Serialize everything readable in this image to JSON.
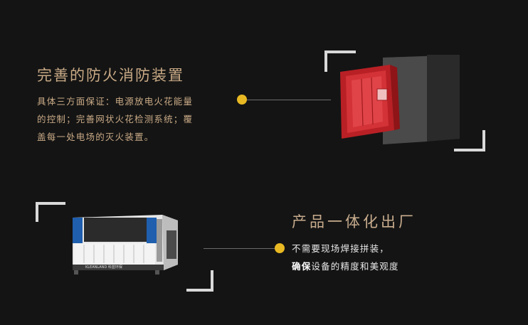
{
  "section1": {
    "title": "完善的防火消防装置",
    "desc_line1": "具体三方面保证：电源放电火花能量",
    "desc_line2": "的控制；完善网状火花检测系统；覆",
    "desc_line3": "盖每一处电场的灭火装置。"
  },
  "section2": {
    "title": "产品一体化出厂",
    "desc_line1": "不需要现场焊接拼装，",
    "desc_emph": "确保",
    "desc_line2_rest": "设备的精度和美观度"
  },
  "machine": {
    "brand_text": "KLEANLAND 科蓝环保"
  },
  "colors": {
    "background": "#141414",
    "gold_text": "#c9aa86",
    "dot": "#e8b923",
    "red_frame": "#c8262b",
    "blue_panel": "#1f5fae"
  }
}
